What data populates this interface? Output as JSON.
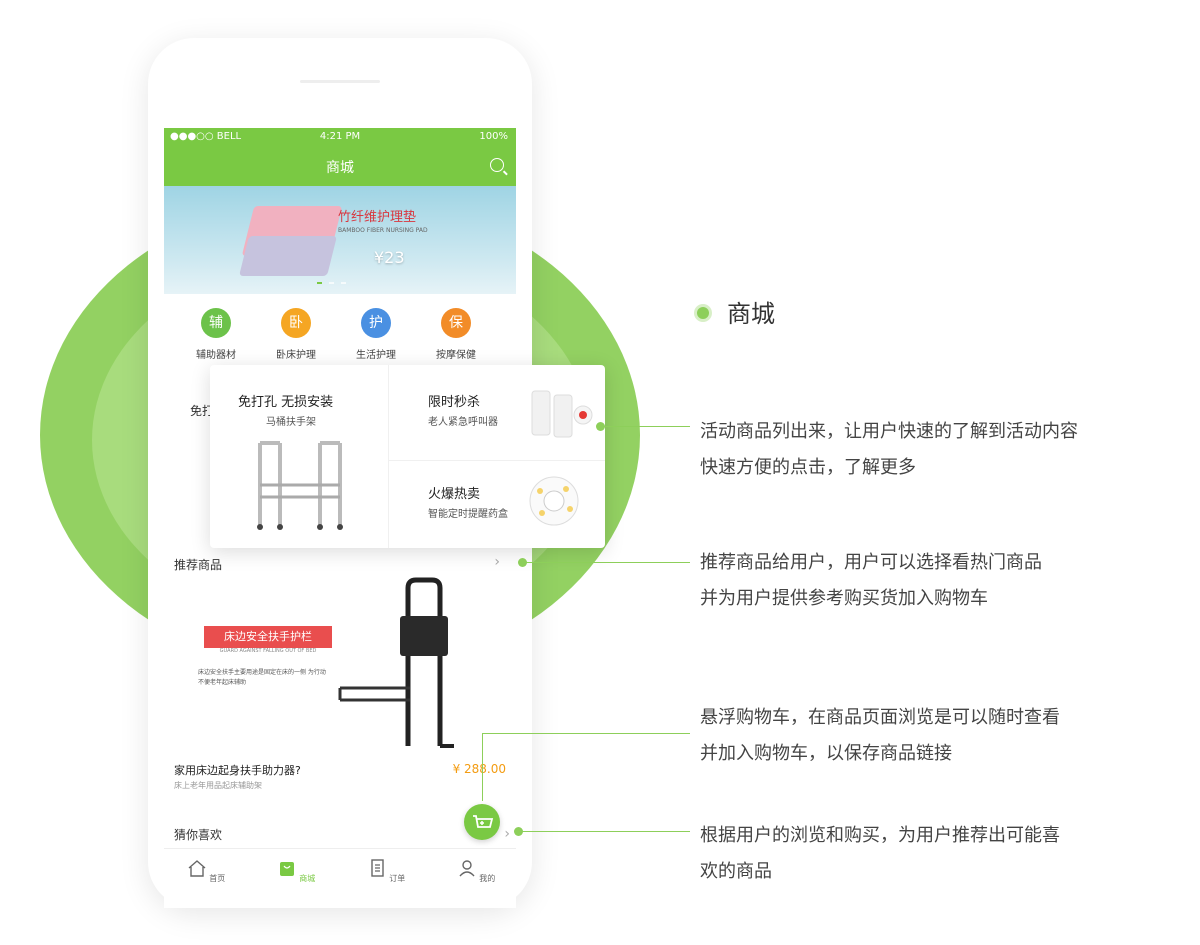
{
  "phone": {
    "status": {
      "carrier": "●●●○○ BELL",
      "time": "4:21 PM",
      "battery": "100%"
    },
    "title": "商城",
    "banner": {
      "brand": "竹纤维护理垫",
      "brand_sub": "BAMBOO FIBER NURSING PAD",
      "price": "¥23"
    },
    "categories": [
      {
        "icon_char": "辅",
        "label": "辅助器材",
        "color": "#6cc24a"
      },
      {
        "icon_char": "卧",
        "label": "卧床护理",
        "color": "#f5a623"
      },
      {
        "icon_char": "护",
        "label": "生活护理",
        "color": "#4a90e2"
      },
      {
        "icon_char": "保",
        "label": "按摩保健",
        "color": "#f28c28"
      }
    ],
    "hidden_label": "免打",
    "promo": {
      "left": {
        "title": "免打孔 无损安装",
        "sub": "马桶扶手架"
      },
      "right_top": {
        "title": "限时秒杀",
        "sub": "老人紧急呼叫器"
      },
      "right_bottom": {
        "title": "火爆热卖",
        "sub": "智能定时提醒药盒"
      }
    },
    "recommend": {
      "title": "推荐商品",
      "banner_label": "床边安全扶手护栏",
      "banner_sub": "GUARD AGAINST FALLING OUT OF BED",
      "banner_desc": "床边安全扶手主要用途是固定在床的一侧 为行动不便老年起床辅助",
      "name": "家用床边起身扶手助力器?",
      "sub": "床上老年用品起床辅助架",
      "price": "¥ 288.00"
    },
    "guess_title": "猜你喜欢",
    "tabs": [
      {
        "label": "首页",
        "icon": "home-icon",
        "active": false
      },
      {
        "label": "商城",
        "icon": "bag-icon",
        "active": true
      },
      {
        "label": "订单",
        "icon": "document-icon",
        "active": false
      },
      {
        "label": "我的",
        "icon": "user-icon",
        "active": false
      }
    ],
    "accent": "#7ac943"
  },
  "annotations": {
    "heading": "商城",
    "a1": [
      "活动商品列出来，让用户快速的了解到活动内容",
      "快速方便的点击，了解更多"
    ],
    "a2": [
      "推荐商品给用户，用户可以选择看热门商品",
      "并为用户提供参考购买货加入购物车"
    ],
    "a3": [
      "悬浮购物车，在商品页面浏览是可以随时查看",
      "并加入购物车，以保存商品链接"
    ],
    "a4": [
      "根据用户的浏览和购买，为用户推荐出可能喜",
      "欢的商品"
    ]
  }
}
